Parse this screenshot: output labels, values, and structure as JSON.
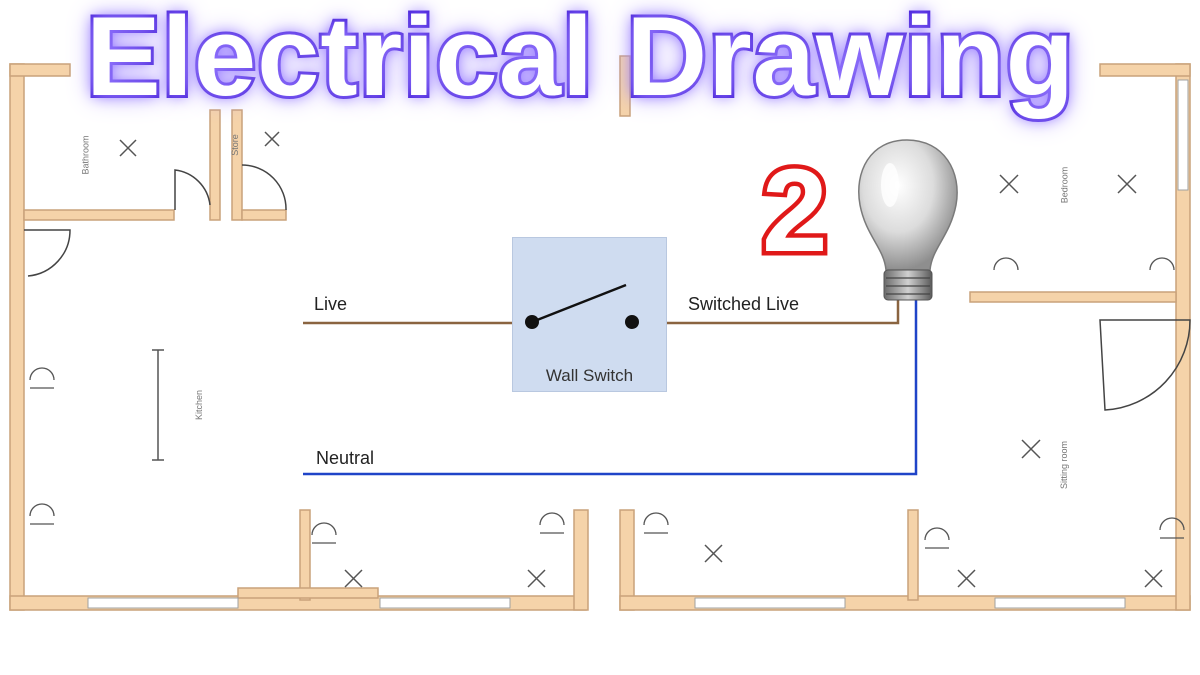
{
  "title": "Electrical Drawing",
  "episode_number": "2",
  "circuit": {
    "switch_label": "Wall Switch",
    "live_label": "Live",
    "switched_live_label": "Switched Live",
    "neutral_label": "Neutral"
  },
  "floorplan": {
    "rooms": [
      "Bathroom",
      "Store",
      "Kitchen",
      "Bedroom",
      "Sitting room"
    ]
  },
  "colors": {
    "title_outline": "#3a12d4",
    "episode_outline": "#e01919",
    "live_wire": "#8a6440",
    "neutral_wire": "#1f44c8",
    "wall_fill": "#f5d3a9",
    "wall_stroke": "#c9a27a",
    "switch_box": "#cfdcf0"
  }
}
